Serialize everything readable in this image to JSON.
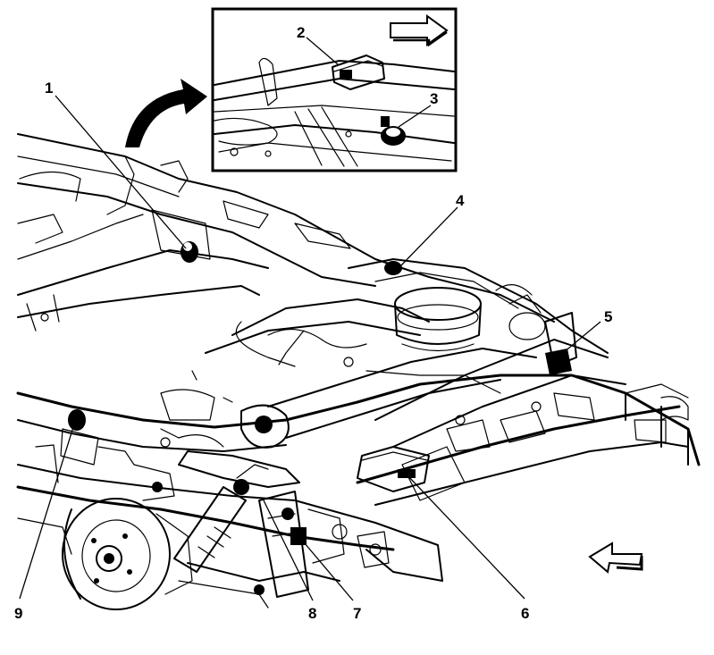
{
  "diagram": {
    "callouts": [
      "1",
      "2",
      "3",
      "4",
      "5",
      "6",
      "7",
      "8",
      "9"
    ]
  },
  "colors": {
    "ink": "#000000",
    "background": "#ffffff"
  },
  "icons": [
    "direction-arrow-icon",
    "forward-arrow-icon",
    "detail-pointer-arrow-icon"
  ]
}
